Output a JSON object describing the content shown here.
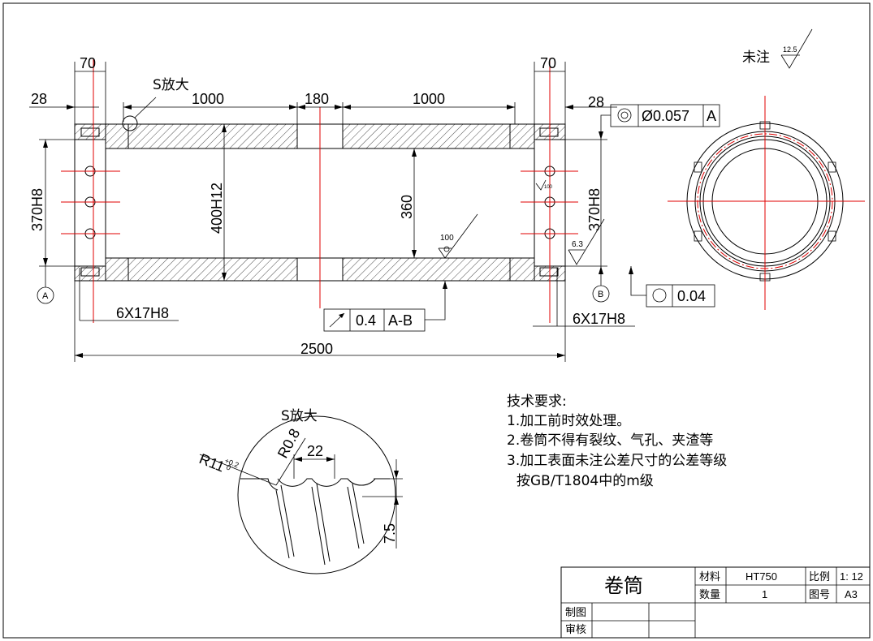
{
  "colors": {
    "line": "#000000",
    "centerline": "#e00000",
    "background": "#ffffff"
  },
  "drawing": {
    "dims": {
      "left_top_width": "70",
      "right_top_width": "70",
      "left_28": "28",
      "right_28": "28",
      "seg1": "1000",
      "seg_mid": "180",
      "seg2": "1000",
      "overall": "2500",
      "bore_left": "370H8",
      "bore_right": "370H8",
      "inner_400": "400H12",
      "inner_360": "360",
      "holes_left": "6X17H8",
      "holes_right": "6X17H8"
    },
    "s_label": "S放大",
    "roughness_100": "100",
    "roughness_6_3": "6.3",
    "roughness_12_5": "12.5",
    "roughness_small": "100",
    "datum_a": "A",
    "datum_b": "B",
    "unmarked_label": "未注",
    "tol_coaxial": {
      "value": "Ø0.057",
      "datum": "A"
    },
    "tol_runout": {
      "value": "0.4",
      "datum": "A-B"
    },
    "tol_round": {
      "value": "0.04"
    }
  },
  "detail": {
    "title": "S放大",
    "r11": "R11",
    "r11_tol_upper": "+0.2",
    "r11_tol_lower": "0",
    "r08": "R0.8",
    "pitch": "22",
    "depth": "7.5"
  },
  "tech": {
    "title": "技术要求:",
    "lines": [
      "1.加工前时效处理。",
      "2.卷筒不得有裂纹、气孔、夹渣等",
      "3.加工表面未注公差尺寸的公差等级",
      "按GB/T1804中的m级"
    ]
  },
  "title_block": {
    "name": "卷筒",
    "material_label": "材料",
    "material": "HT750",
    "scale_label": "比例",
    "scale": "1: 12",
    "qty_label": "数量",
    "qty": "1",
    "drawing_no_label": "图号",
    "drawing_no": "A3",
    "drawn_by_label": "制图",
    "checked_by_label": "审核"
  }
}
